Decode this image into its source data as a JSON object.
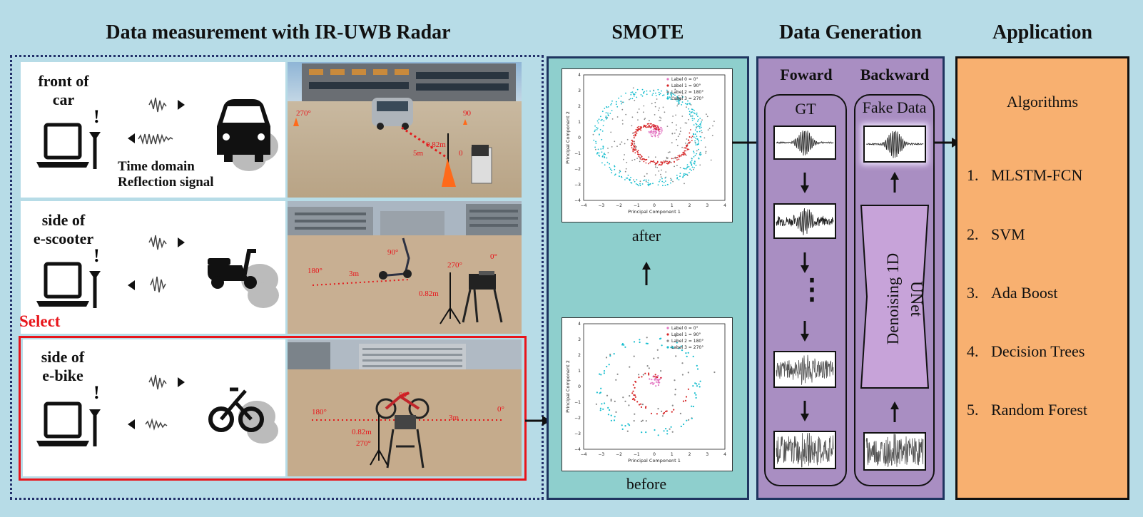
{
  "sections": {
    "measurement_title": "Data measurement with IR-UWB Radar",
    "smote_title": "SMOTE",
    "generation_title": "Data Generation",
    "application_title": "Application"
  },
  "measurement": {
    "rows": [
      {
        "label_line1": "front of",
        "label_line2": "car",
        "tx_mark": "!"
      },
      {
        "label_line1": "side of",
        "label_line2": "e-scooter",
        "tx_mark": "!"
      },
      {
        "label_line1": "side of",
        "label_line2": "e-bike",
        "tx_mark": "!"
      }
    ],
    "signal_label_line1": "Time domain",
    "signal_label_line2": "Reflection signal",
    "select_label": "Select",
    "photo_annotations": {
      "car": [
        "270°",
        "90",
        "0.82m",
        "5m",
        "0"
      ],
      "scooter": [
        "180°",
        "3m",
        "90°",
        "270°",
        "0°",
        "0.82m"
      ],
      "bike": [
        "180°",
        "90°",
        "3m",
        "0°",
        "0.82m",
        "270°"
      ]
    }
  },
  "smote": {
    "after_caption": "after",
    "before_caption": "before",
    "legend": [
      "Label 0 = 0°",
      "Label 1 = 90°",
      "Label 2 = 180°",
      "Label 3 = 270°"
    ],
    "xlabel": "Principal Component 1",
    "ylabel": "Principal Component 2",
    "xticks": [
      "−4",
      "−3",
      "−2",
      "−1",
      "0",
      "1",
      "2",
      "3",
      "4"
    ],
    "yticks": [
      "4",
      "3",
      "2",
      "1",
      "0",
      "−1",
      "−2",
      "−3",
      "−4"
    ]
  },
  "generation": {
    "forward_label": "Foward",
    "backward_label": "Backward",
    "gt_label": "GT",
    "fake_label": "Fake Data",
    "unet_line1": "Denoising 1D",
    "unet_line2": "UNet",
    "dots": "⋮"
  },
  "application": {
    "heading": "Algorithms",
    "items": [
      {
        "num": "1.",
        "name": "MLSTM-FCN"
      },
      {
        "num": "2.",
        "name": "SVM"
      },
      {
        "num": "3.",
        "name": "Ada Boost"
      },
      {
        "num": "4.",
        "name": "Decision Trees"
      },
      {
        "num": "5.",
        "name": "Random Forest"
      }
    ]
  },
  "colors": {
    "background": "#b7dce7",
    "smote_fill": "#8ecfcd",
    "generation_fill": "#a98ec2",
    "application_fill": "#f8b070",
    "select_red": "#e8151b",
    "label0": "#e377c2",
    "label1": "#d62728",
    "label2": "#888888",
    "label3": "#17becf"
  }
}
